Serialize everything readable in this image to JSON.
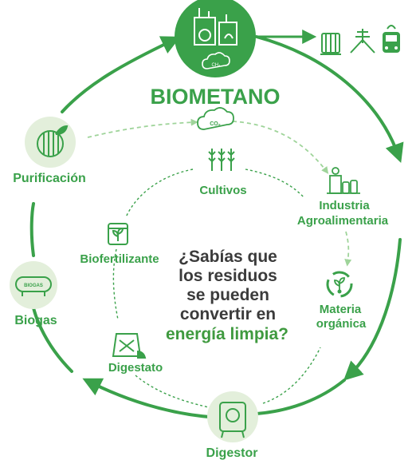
{
  "title": "BIOMETANO",
  "nodes": {
    "purificacion": "Purificación",
    "biogas": "Biogas",
    "digestor": "Digestor",
    "digestato": "Digestato",
    "biofertilizante": "Biofertilizante",
    "cultivos": "Cultivos",
    "industria_line1": "Industria",
    "industria_line2": "Agroalimentaria",
    "materia_line1": "Materia",
    "materia_line2": "orgánica"
  },
  "icon_text": {
    "ch4": "CH₄",
    "co2": "CO₂",
    "biogas_tank": "BIOGAS"
  },
  "center": {
    "line1": "¿Sabías que",
    "line2": "los residuos",
    "line3": "se pueden",
    "line4": "convertir en",
    "line5": "energía limpia?"
  },
  "colors": {
    "primary_green": "#3aa14a",
    "light_green_bg": "#e3efdb",
    "dashed_light": "#9fd49a",
    "dark_text": "#3b3b3b"
  },
  "icons": [
    "plant-factory-icon",
    "ch4-cloud-icon",
    "heating-radiator-icon",
    "house-network-icon",
    "bus-icon",
    "co2-cloud-icon",
    "filter-icon",
    "biogas-tank-icon",
    "digestor-icon",
    "digestate-bag-icon",
    "fertilizer-bag-icon",
    "wheat-icon",
    "factory-bottles-icon",
    "recycle-plant-icon"
  ]
}
